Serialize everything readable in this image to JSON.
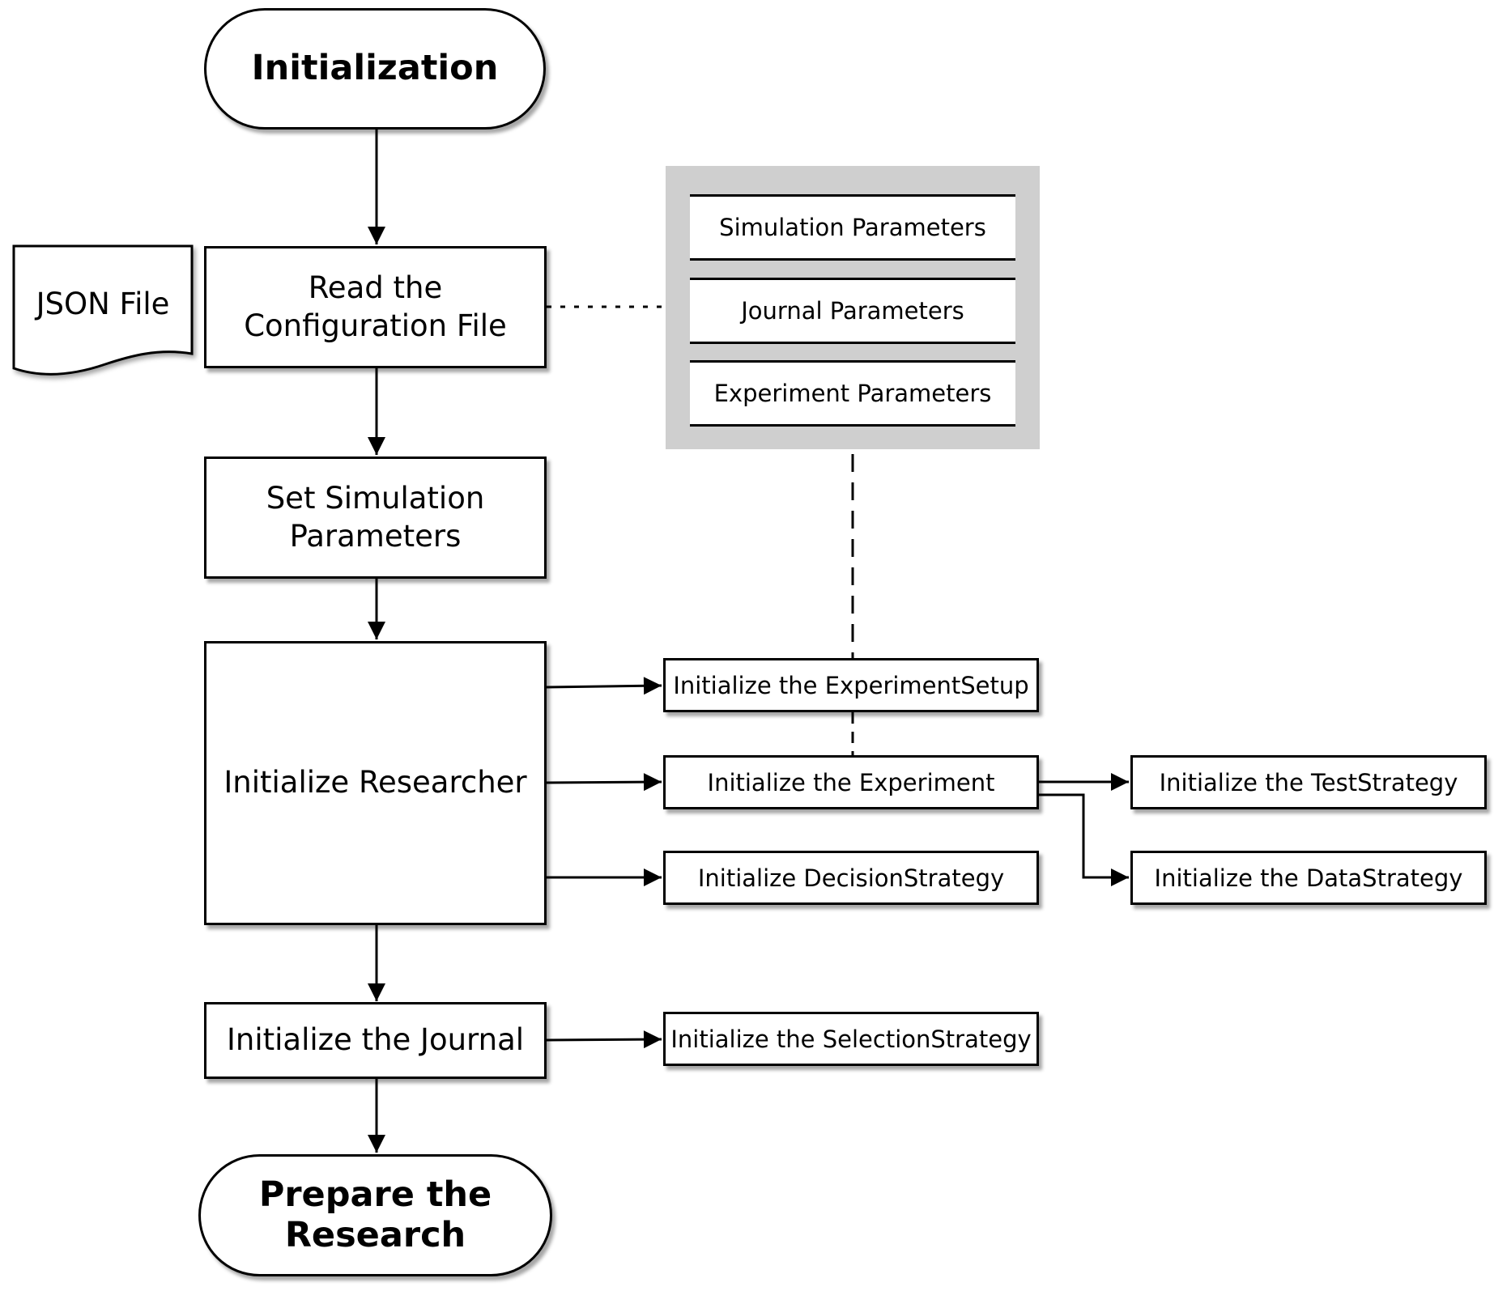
{
  "terminals": {
    "start": "Initialization",
    "end_line1": "Prepare the",
    "end_line2": "Research"
  },
  "steps": {
    "read_config_line1": "Read the",
    "read_config_line2": "Configuration File",
    "set_params_line1": "Set Simulation",
    "set_params_line2": "Parameters",
    "init_researcher": "Initialize Researcher",
    "init_journal": "Initialize the Journal"
  },
  "document": {
    "label": "JSON File"
  },
  "config_sections": [
    "Simulation Parameters",
    "Journal Parameters",
    "Experiment Parameters"
  ],
  "sub_steps": {
    "experiment_setup": "Initialize the ExperimentSetup",
    "experiment": "Initialize the Experiment",
    "decision_strategy": "Initialize DecisionStrategy",
    "test_strategy": "Initialize the TestStrategy",
    "data_strategy": "Initialize the DataStrategy",
    "selection_strategy": "Initialize the SelectionStrategy"
  }
}
